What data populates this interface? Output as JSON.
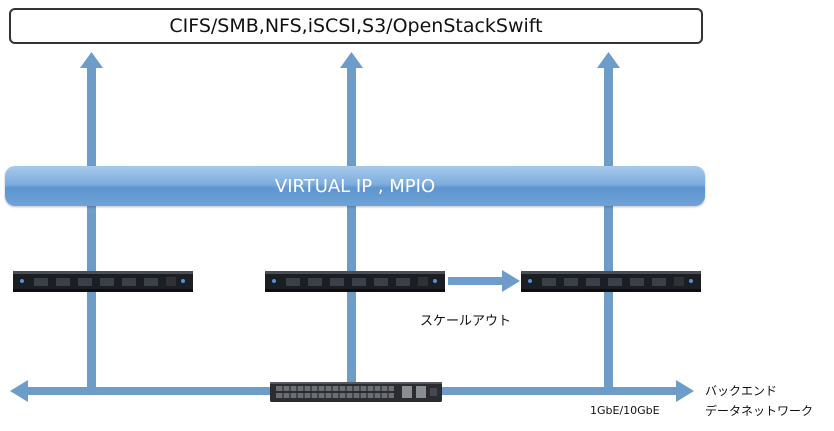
{
  "protocols_label": "CIFS/SMB,NFS,iSCSI,S3/OpenStackSwift",
  "virtual_ip_label": "VIRTUAL IP , MPIO",
  "scale_out_label": "スケールアウト",
  "backend_label_line1": "バックエンド",
  "backend_label_line2": "データネットワーク",
  "network_speed_label": "1GbE/10GbE",
  "colors": {
    "arrow": "#6e9cc9",
    "vip_bar": "#6fa2d6",
    "server": "#1b1e22",
    "switch": "#2a2c30"
  },
  "icons": {
    "server": "rack-server-icon",
    "switch": "network-switch-icon"
  }
}
